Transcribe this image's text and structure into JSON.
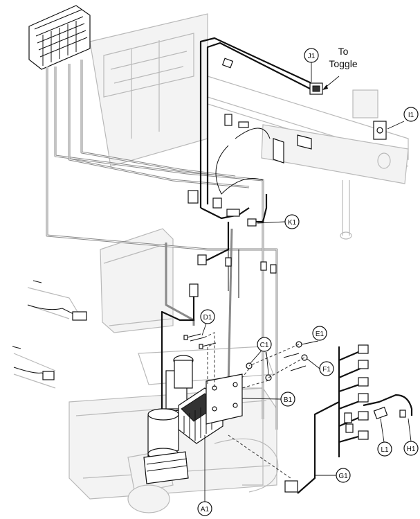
{
  "callouts": {
    "j1": "J1",
    "i1": "I1",
    "k1": "K1",
    "d1": "D1",
    "c1": "C1",
    "e1": "E1",
    "f1": "F1",
    "b1": "B1",
    "g1": "G1",
    "l1": "L1",
    "h1": "H1",
    "a1": "A1"
  },
  "notes": {
    "toggle_line1": "To",
    "toggle_line2": "Toggle"
  }
}
